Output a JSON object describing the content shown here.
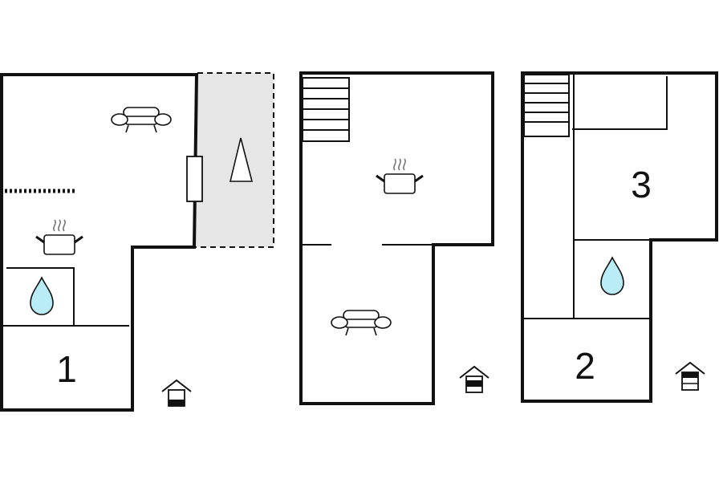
{
  "plans": [
    {
      "name": "ground-floor",
      "rooms": [
        {
          "number": "1"
        }
      ],
      "level": "ground"
    },
    {
      "name": "first-floor",
      "rooms": [],
      "level": "first"
    },
    {
      "name": "second-floor",
      "rooms": [
        {
          "number": "3"
        },
        {
          "number": "2"
        }
      ],
      "level": "second"
    }
  ],
  "icons": {
    "sofa": "sofa-icon",
    "kitchen": "cooking-pot-icon",
    "bathroom": "water-drop-icon",
    "terrace": "parasol-icon",
    "stairs": "staircase-icon",
    "floor_marker": "floor-level-house-icon"
  },
  "colors": {
    "wall": "#111111",
    "terrace_fill": "#e6e6e6",
    "water": "#b9ecf6",
    "marker_fill": "#111111"
  }
}
